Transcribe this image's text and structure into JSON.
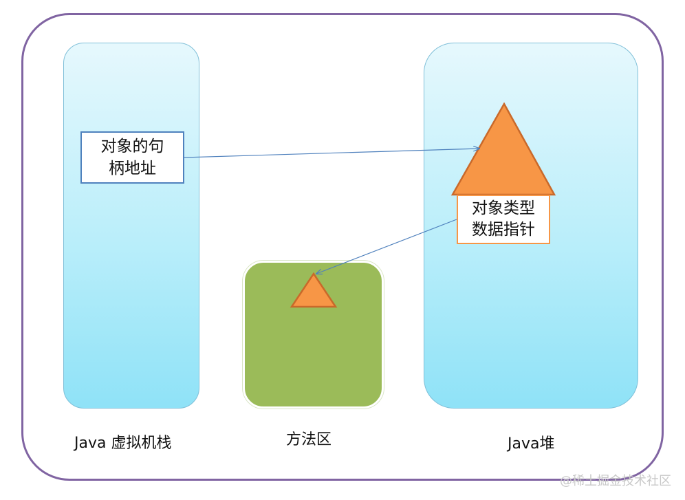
{
  "diagram": {
    "handle_box": {
      "line1": "对象的句",
      "line2": "柄地址"
    },
    "type_pointer_box": {
      "line1": "对象类型",
      "line2": "数据指针"
    },
    "labels": {
      "jvm_stack": "Java 虚拟机栈",
      "method_area": "方法区",
      "java_heap": "Java堆"
    },
    "watermark": "@稀土掘金技术社区"
  },
  "colors": {
    "frame_border": "#8064a2",
    "region_fill": "#b9eefa",
    "method_area_fill": "#9bbb59",
    "object_triangle_fill": "#f79646",
    "handle_box_border": "#4f81bd",
    "arrow": "#4f81bd"
  }
}
